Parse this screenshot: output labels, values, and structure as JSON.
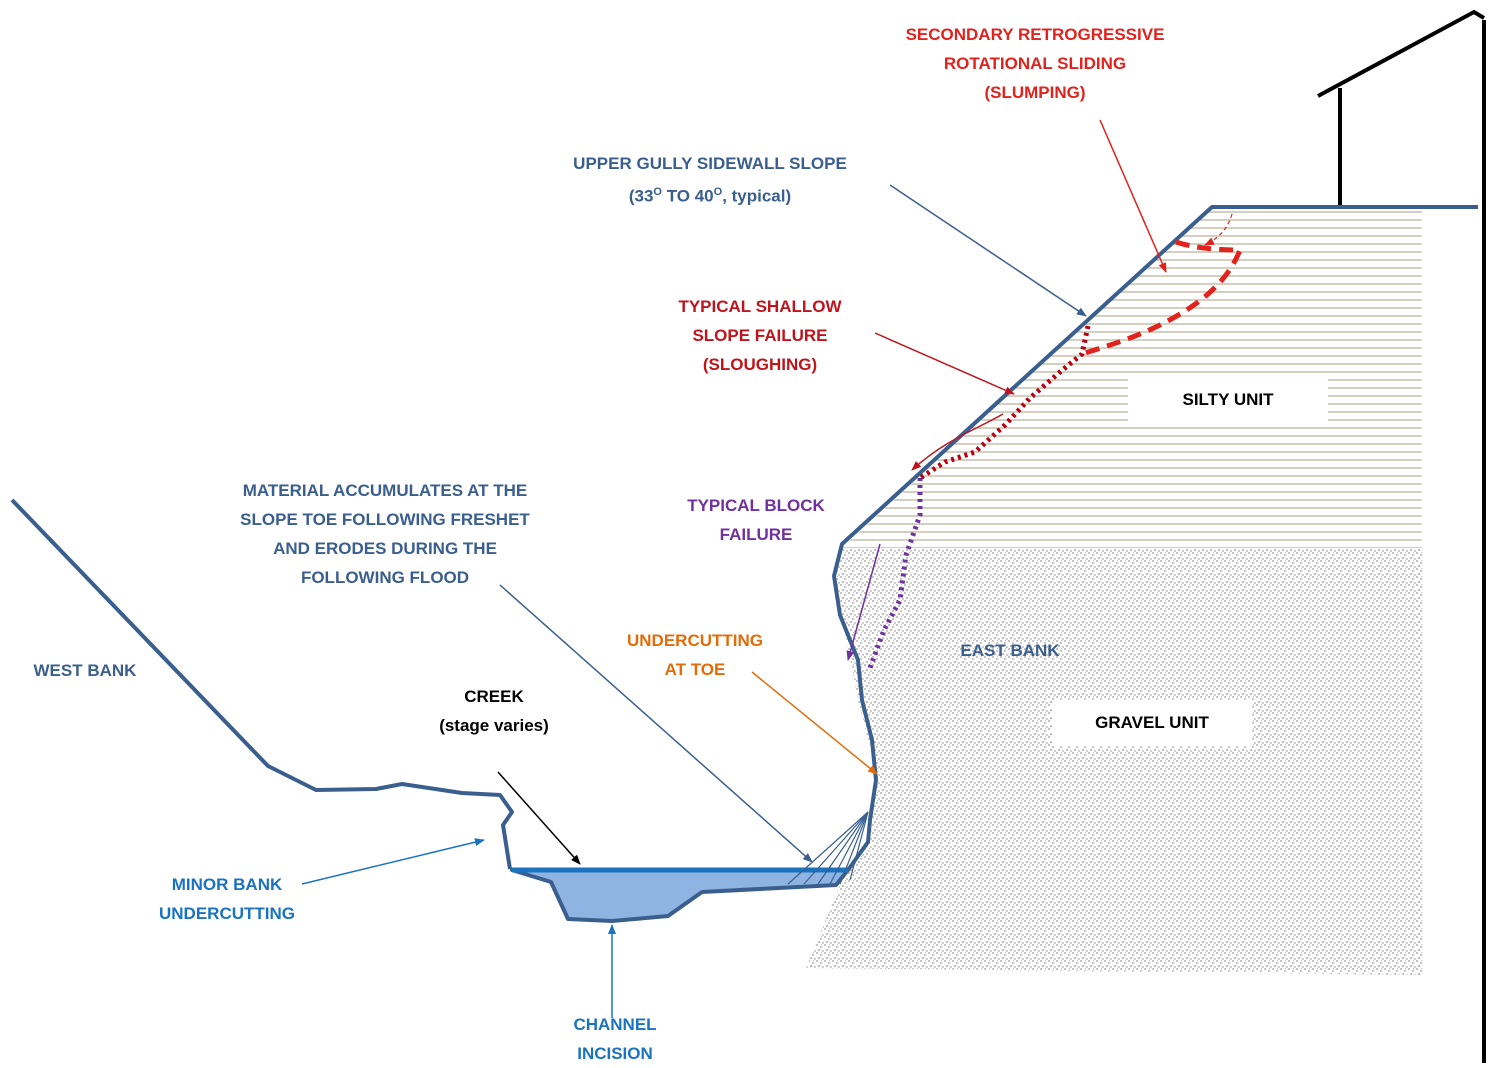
{
  "colors": {
    "bank_line": "#3a5f8f",
    "red_label": "#e2221c",
    "dark_red_label": "#c0141c",
    "purple_label": "#7030a0",
    "orange_label": "#e36c0a",
    "blue_label": "#1a73c1",
    "water_fill": "#8fb4e3",
    "silt_lines": "#b8b298",
    "gravel_dots": "#c4c4c4"
  },
  "labels": {
    "secondary_sliding": [
      "SECONDARY RETROGRESSIVE",
      "ROTATIONAL SLIDING",
      "(SLUMPING)"
    ],
    "upper_gully": {
      "line1": "UPPER GULLY SIDEWALL SLOPE",
      "line2_prefix": "(33",
      "sup1": "O",
      "line2_mid": " TO 40",
      "sup2": "O",
      "line2_suffix": ", typical)"
    },
    "shallow_failure": [
      "TYPICAL SHALLOW",
      "SLOPE FAILURE",
      "(SLOUGHING)"
    ],
    "material_accumulates": [
      "MATERIAL ACCUMULATES AT THE",
      "SLOPE TOE FOLLOWING FRESHET",
      "AND ERODES DURING THE",
      "FOLLOWING FLOOD"
    ],
    "block_failure": [
      "TYPICAL BLOCK",
      "FAILURE"
    ],
    "undercutting_toe": [
      "UNDERCUTTING",
      "AT TOE"
    ],
    "west_bank": "WEST BANK",
    "east_bank": "EAST BANK",
    "creek": [
      "CREEK",
      "(stage varies)"
    ],
    "minor_undercutting": [
      "MINOR BANK",
      "UNDERCUTTING"
    ],
    "channel_incision": [
      "CHANNEL",
      "INCISION"
    ],
    "silty_unit": "SILTY UNIT",
    "gravel_unit": "GRAVEL UNIT"
  }
}
